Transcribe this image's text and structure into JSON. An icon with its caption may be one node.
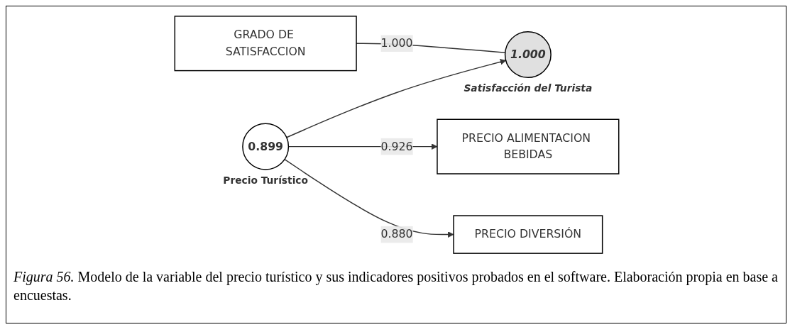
{
  "diagram": {
    "caption": "*Figura 56.* Modelo de la variable del precio turístico y sus indicadores positivos probados en el software. Elaboración propia en base a encuestas.",
    "nodes": [
      {
        "text": [
          "GRADO DE SATISFACCION"
        ]
      },
      {
        "text": [
          "1.000"
        ],
        "beside": [
          "Satisfacción del Turista"
        ]
      },
      {
        "text": [
          "0.899"
        ],
        "beside": [
          "Precio Turístico"
        ]
      },
      {
        "text": [
          "PRECIO ALIMENTACION BEBIDAS"
        ]
      },
      {
        "text": [
          "PRECIO DIVERSIÓN"
        ]
      }
    ],
    "edges": [
      {
        "from": 0,
        "to": 1,
        "arrow": "none",
        "label": "1.000"
      },
      {
        "from": 2,
        "to": 1,
        "arrow": "to"
      },
      {
        "from": 2,
        "to": 3,
        "arrow": "to",
        "label": "0.926"
      },
      {
        "from": 2,
        "to": 4,
        "arrow": "to",
        "label": "0.880"
      }
    ]
  }
}
